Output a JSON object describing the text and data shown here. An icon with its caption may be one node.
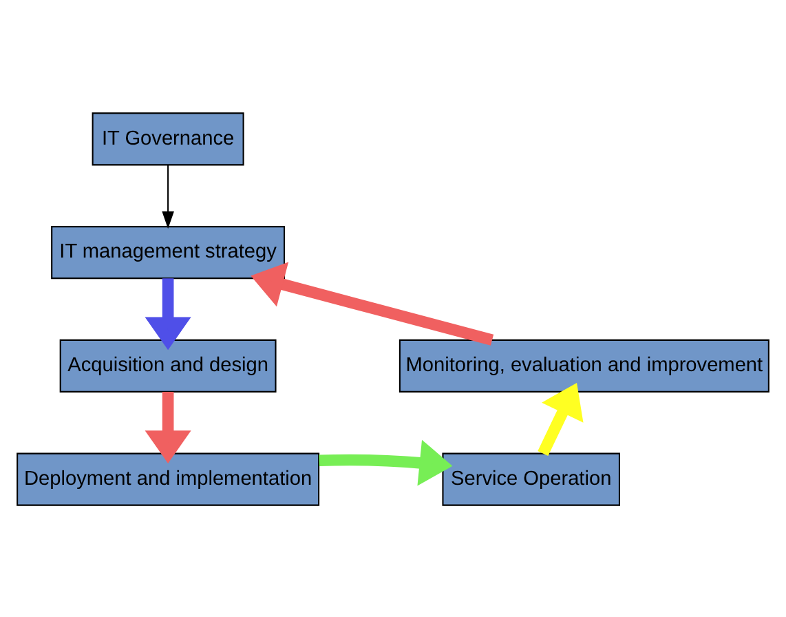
{
  "diagram": {
    "nodes": [
      {
        "text": [
          "IT Governance"
        ]
      },
      {
        "text": [
          "IT management strategy"
        ]
      },
      {
        "text": [
          "Acquisition and design"
        ]
      },
      {
        "text": [
          "Deployment and implementation"
        ]
      },
      {
        "text": [
          "Service Operation"
        ]
      },
      {
        "text": [
          "Monitoring, evaluation and improvement"
        ]
      }
    ],
    "edges": [
      {
        "from": 0,
        "to": 1,
        "arrow": "to",
        "color": "#000000"
      },
      {
        "from": 1,
        "to": 2,
        "arrow": "to",
        "color": "#4f4fe8"
      },
      {
        "from": 2,
        "to": 3,
        "arrow": "to",
        "color": "#f06060"
      },
      {
        "from": 3,
        "to": 4,
        "arrow": "to",
        "color": "#77ee55"
      },
      {
        "from": 4,
        "to": 5,
        "arrow": "to",
        "color": "#ffff22"
      },
      {
        "from": 5,
        "to": 1,
        "arrow": "to",
        "color": "#f06060"
      }
    ]
  }
}
